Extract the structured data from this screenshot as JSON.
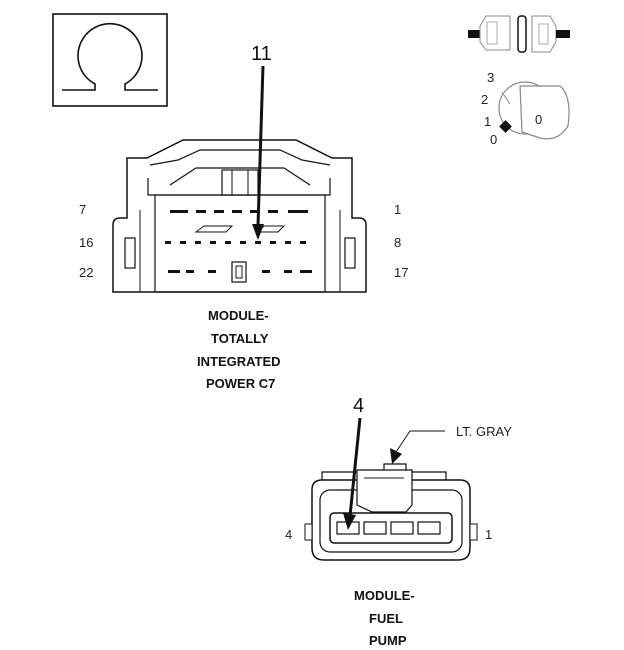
{
  "icons": {
    "ohm": "ohm-symbol-icon",
    "disconnect": "disconnected-connector-icon",
    "ignition": "ignition-key-icon"
  },
  "ignition": {
    "positions": [
      "3",
      "2",
      "1",
      "0"
    ],
    "key_value": "0"
  },
  "tipm_connector": {
    "pin_labels_left": [
      "7",
      "16",
      "22"
    ],
    "pin_labels_right": [
      "1",
      "8",
      "17"
    ],
    "callout_pin": "11",
    "name_lines": [
      "MODULE-",
      "TOTALLY",
      "INTEGRATED",
      "POWER C7"
    ]
  },
  "fuel_pump_connector": {
    "pin_label_left": "4",
    "pin_label_right": "1",
    "callout_pin": "4",
    "color_label": "LT. GRAY",
    "name_lines": [
      "MODULE-",
      "FUEL",
      "PUMP"
    ]
  }
}
